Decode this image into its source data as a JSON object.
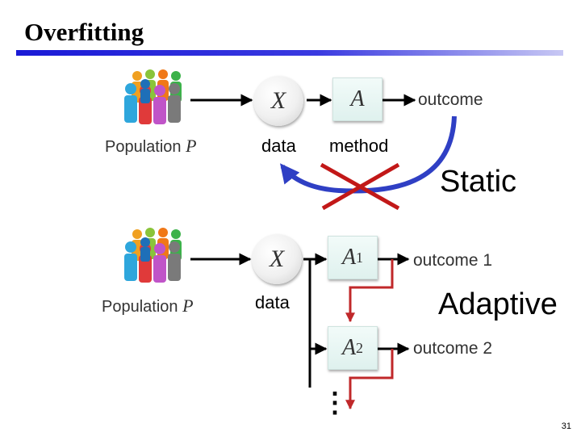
{
  "title": "Overfitting",
  "static": {
    "population_label": "Population",
    "population_symbol": "P",
    "data_symbol": "X",
    "data_label": "data",
    "method_symbol": "A",
    "method_label": "method",
    "outcome_label": "outcome",
    "mode_label": "Static"
  },
  "adaptive": {
    "population_label": "Population",
    "population_symbol": "P",
    "data_symbol": "X",
    "data_label": "data",
    "method1_symbol": "A",
    "method1_subscript": "1",
    "outcome1_label": "outcome 1",
    "method2_symbol": "A",
    "method2_subscript": "2",
    "outcome2_label": "outcome 2",
    "mode_label": "Adaptive",
    "ellipsis": "⋮"
  },
  "page_number": "31",
  "colors": {
    "title_bar": "#1a1ad6",
    "feedback_arrow": "#2f3fc4",
    "cross": "#c21818",
    "adaptive_arrows": "#c0282a"
  }
}
